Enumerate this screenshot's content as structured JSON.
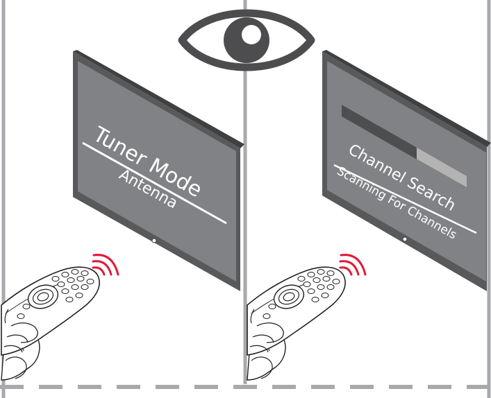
{
  "left_panel": {
    "tv_title": "Tuner Mode",
    "tv_subtitle": "Antenna"
  },
  "right_panel": {
    "tv_title": "Channel Search",
    "tv_subtitle": "Scanning For Channels",
    "progress_fraction": 0.6
  },
  "icons": [
    "eye-icon",
    "remote-control-icon",
    "signal-waves-icon",
    "tv-icon",
    "power-led-icon"
  ],
  "colors": {
    "panel_border": "#a7a9ac",
    "tv_body": "#58595b",
    "tv_screen": "#808285",
    "signal": "#e31837",
    "eye": "#4d4d4f",
    "progress_filled": "#4d4e50",
    "progress_empty": "#b3b3b3"
  }
}
